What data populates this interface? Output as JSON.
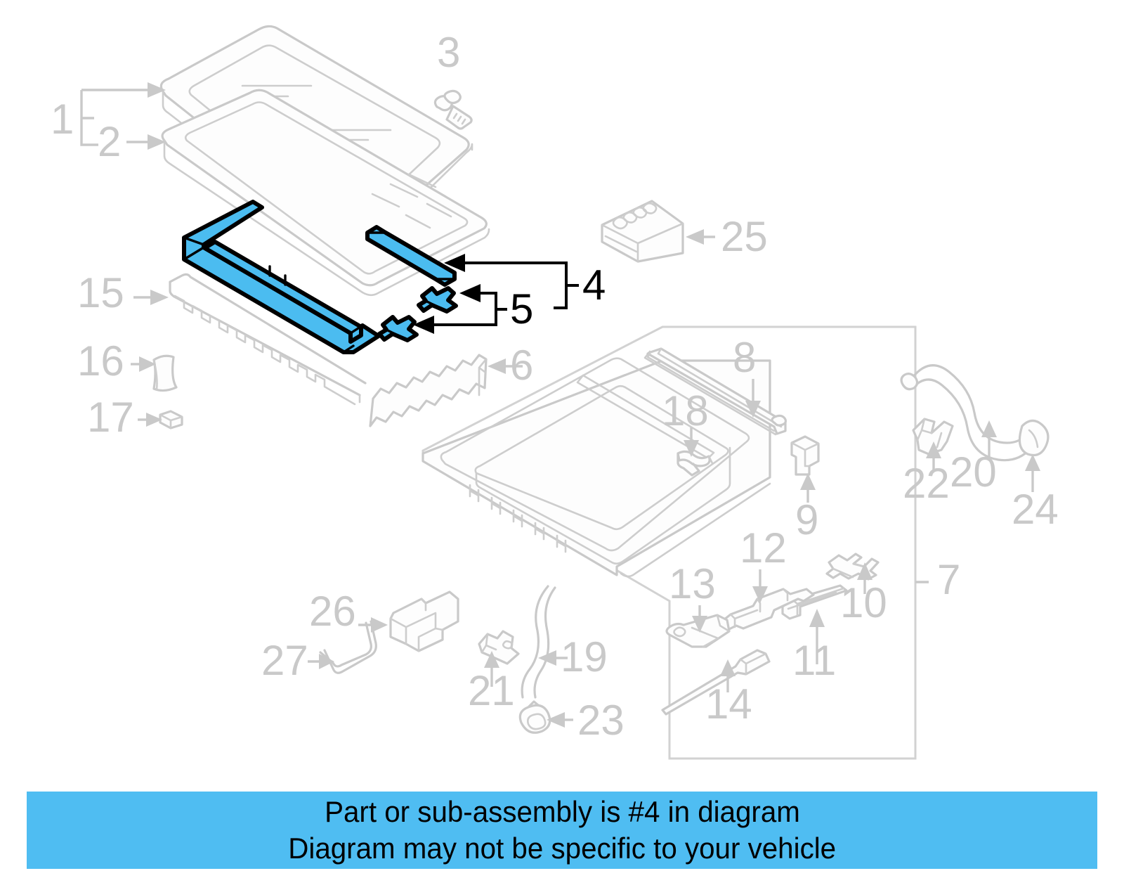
{
  "document": {
    "type": "exploded-parts-diagram",
    "subject": "Sunroof assembly",
    "highlight_color": "#4bbcf0",
    "line_color": "#c9c9c9",
    "background": "#ffffff"
  },
  "callouts": [
    {
      "id": "1",
      "label": "1",
      "highlighted": false,
      "part": "sunroof-glass-panel"
    },
    {
      "id": "2",
      "label": "2",
      "highlighted": false,
      "part": "sunroof-glass-frame"
    },
    {
      "id": "3",
      "label": "3",
      "highlighted": false,
      "part": "mounting-bolt"
    },
    {
      "id": "4",
      "label": "4",
      "highlighted": true,
      "part": "weatherstrip-seal"
    },
    {
      "id": "5",
      "label": "5",
      "highlighted": true,
      "part": "seal-end-clip"
    },
    {
      "id": "6",
      "label": "6",
      "highlighted": false,
      "part": "side-trim-rail"
    },
    {
      "id": "7",
      "label": "7",
      "highlighted": false,
      "part": "sunroof-housing-group"
    },
    {
      "id": "8",
      "label": "8",
      "highlighted": false,
      "part": "wind-deflector-arm"
    },
    {
      "id": "9",
      "label": "9",
      "highlighted": false,
      "part": "stop-block"
    },
    {
      "id": "10",
      "label": "10",
      "highlighted": false,
      "part": "lift-bracket"
    },
    {
      "id": "11",
      "label": "11",
      "highlighted": false,
      "part": "guide-rail-cover"
    },
    {
      "id": "12",
      "label": "12",
      "highlighted": false,
      "part": "slide-carriage"
    },
    {
      "id": "13",
      "label": "13",
      "highlighted": false,
      "part": "roller-guide"
    },
    {
      "id": "14",
      "label": "14",
      "highlighted": false,
      "part": "drive-cable"
    },
    {
      "id": "15",
      "label": "15",
      "highlighted": false,
      "part": "sunshade-rail"
    },
    {
      "id": "16",
      "label": "16",
      "highlighted": false,
      "part": "corner-seal-pad"
    },
    {
      "id": "17",
      "label": "17",
      "highlighted": false,
      "part": "spacer-block"
    },
    {
      "id": "18",
      "label": "18",
      "highlighted": false,
      "part": "wiring-clip"
    },
    {
      "id": "19",
      "label": "19",
      "highlighted": false,
      "part": "drain-hose"
    },
    {
      "id": "20",
      "label": "20",
      "highlighted": false,
      "part": "drain-tube"
    },
    {
      "id": "21",
      "label": "21",
      "highlighted": false,
      "part": "hose-bracket"
    },
    {
      "id": "22",
      "label": "22",
      "highlighted": false,
      "part": "hose-clip"
    },
    {
      "id": "23",
      "label": "23",
      "highlighted": false,
      "part": "grommet"
    },
    {
      "id": "24",
      "label": "24",
      "highlighted": false,
      "part": "drain-nozzle"
    },
    {
      "id": "25",
      "label": "25",
      "highlighted": false,
      "part": "sunroof-motor"
    },
    {
      "id": "26",
      "label": "26",
      "highlighted": false,
      "part": "control-module"
    },
    {
      "id": "27",
      "label": "27",
      "highlighted": false,
      "part": "crank-handle"
    }
  ],
  "banner": {
    "line1": "Part or sub-assembly is #4 in diagram",
    "line2": "Diagram may not be specific to your vehicle",
    "background_color": "#4fbdf2",
    "text_color": "#000000"
  }
}
